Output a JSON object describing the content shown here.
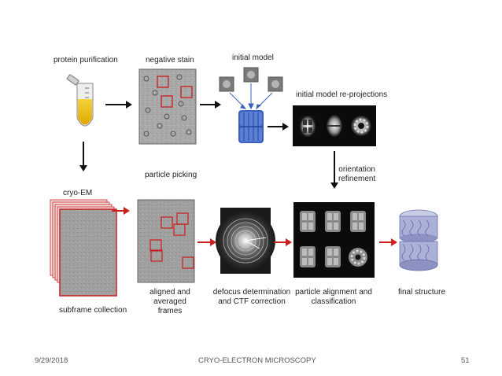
{
  "diagram": {
    "labels": {
      "protein_purification": "protein purification",
      "negative_stain": "negative stain",
      "initial_model": "initial model",
      "initial_model_reprojections": "initial model re-projections",
      "orientation_refinement": "orientation\nrefinement",
      "cryo_em": "cryo-EM",
      "particle_picking": "particle picking",
      "subframe_collection": "subframe collection",
      "aligned_averaged": "aligned and averaged\nframes",
      "defocus_ctf": "defocus determination\nand CTF correction",
      "particle_alignment": "particle alignment and\nclassification",
      "final_structure": "final structure"
    },
    "colors": {
      "arrow_black": "#111111",
      "arrow_red": "#cc1f1f",
      "highlight_red": "#c81e1e",
      "tube_liquid": "#f0c419",
      "model_blue": "#3b5fbf"
    }
  },
  "footer": {
    "date": "9/29/2018",
    "title": "CRYO-ELECTRON MICROSCOPY",
    "page": "51"
  }
}
